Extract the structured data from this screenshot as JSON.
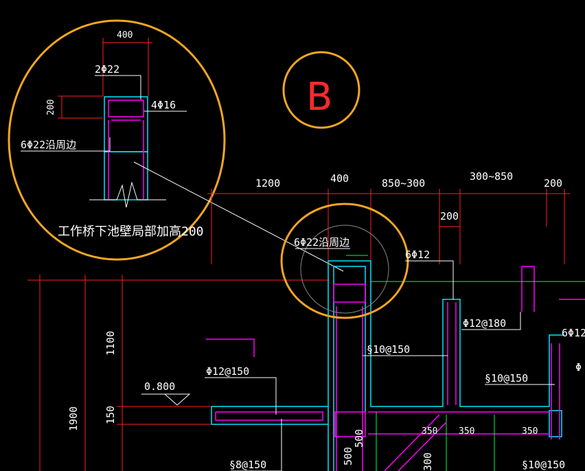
{
  "colors": {
    "background": "#000000",
    "dimension": "#ff2020",
    "concrete": "#00e5ff",
    "rebar": "#ff00ff",
    "leader": "#ffffff",
    "grade": "#00ff40",
    "highlight": "#f5a623",
    "annotation": "#ff2a2a"
  },
  "detail": {
    "dim_top": "400",
    "dim_side": "200",
    "label_top_bars": "2Φ22",
    "label_side_bars": "4Φ16",
    "label_perimeter": "6Φ22沿周边",
    "caption": "工作桥下池壁局部加高200"
  },
  "mark": {
    "text": "B"
  },
  "dimensions": {
    "d1200": "1200",
    "d400": "400",
    "d850a": "850~300",
    "d300b": "300~850",
    "d200a": "200",
    "d200b": "200",
    "v1100": "1100",
    "v1900": "1900",
    "v150": "150",
    "v500": "500",
    "v500b": "500",
    "v300": "300",
    "d350a": "350",
    "d350b": "350",
    "d350c": "350"
  },
  "labels": {
    "perimeter": "6Φ22沿周边",
    "bar6": "6Φ12",
    "bar180": "Φ12@180",
    "s10_150a": "§10@150",
    "s10_150b": "§10@150",
    "s10_150c": "§10@150",
    "p12_150": "Φ12@150",
    "s8_150": "§8@150",
    "level": "0.800",
    "right_6": "6Φ12",
    "right_phi": "Φ"
  }
}
